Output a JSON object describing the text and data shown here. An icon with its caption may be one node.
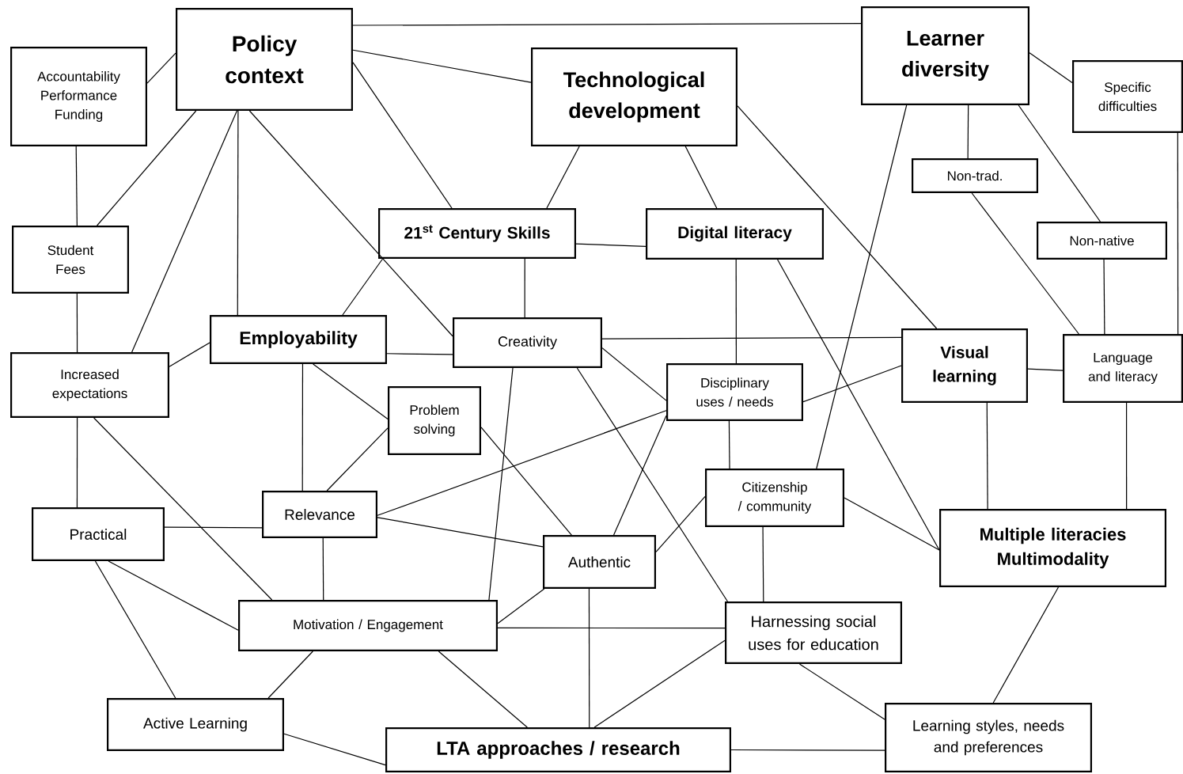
{
  "diagram": {
    "nodes": [
      {
        "text": [
          "Policy context"
        ]
      },
      {
        "text": [
          "Technological development"
        ]
      },
      {
        "text": [
          "Learner diversity"
        ]
      },
      {
        "text": [
          "Accountability Performance Funding"
        ]
      },
      {
        "text": [
          "Specific difficulties"
        ]
      },
      {
        "text": [
          "Non-trad."
        ]
      },
      {
        "text": [
          "21$^{st}$ Century Skills"
        ]
      },
      {
        "text": [
          "Digital literacy"
        ]
      },
      {
        "text": [
          "Student Fees"
        ]
      },
      {
        "text": [
          "Non-native"
        ]
      },
      {
        "text": [
          "Employability"
        ]
      },
      {
        "text": [
          "Creativity"
        ]
      },
      {
        "text": [
          "Increased expectations"
        ]
      },
      {
        "text": [
          "Visual learning"
        ]
      },
      {
        "text": [
          "Language and literacy"
        ]
      },
      {
        "text": [
          "Disciplinary uses / needs"
        ]
      },
      {
        "text": [
          "Problem solving"
        ]
      },
      {
        "text": [
          "Citizenship / community"
        ]
      },
      {
        "text": [
          "Practical"
        ]
      },
      {
        "text": [
          "Relevance"
        ]
      },
      {
        "text": [
          "Multiple literacies Multimodality"
        ]
      },
      {
        "text": [
          "Authentic"
        ]
      },
      {
        "text": [
          "Motivation / Engagement"
        ]
      },
      {
        "text": [
          "Harnessing social uses for education"
        ]
      },
      {
        "text": [
          "Active Learning"
        ]
      },
      {
        "text": [
          "LTA approaches / research"
        ]
      },
      {
        "text": [
          "Learning styles, needs and preferences"
        ]
      }
    ],
    "edges": [
      {
        "from": 0,
        "to": 2,
        "arrow": "none"
      },
      {
        "from": 0,
        "to": 3,
        "arrow": "none"
      },
      {
        "from": 0,
        "to": 1,
        "arrow": "none"
      },
      {
        "from": 0,
        "to": 6,
        "arrow": "none"
      },
      {
        "from": 0,
        "to": 8,
        "arrow": "none"
      },
      {
        "from": 0,
        "to": 12,
        "arrow": "none"
      },
      {
        "from": 0,
        "to": 10,
        "arrow": "none"
      },
      {
        "from": 0,
        "to": 11,
        "arrow": "none"
      },
      {
        "from": 3,
        "to": 8,
        "arrow": "none"
      },
      {
        "from": 8,
        "to": 12,
        "arrow": "none"
      },
      {
        "from": 1,
        "to": 6,
        "arrow": "none"
      },
      {
        "from": 1,
        "to": 7,
        "arrow": "none"
      },
      {
        "from": 1,
        "to": 13,
        "arrow": "none"
      },
      {
        "from": 2,
        "to": 4,
        "arrow": "none"
      },
      {
        "from": 2,
        "to": 5,
        "arrow": "none"
      },
      {
        "from": 2,
        "to": 9,
        "arrow": "none"
      },
      {
        "from": 2,
        "to": 17,
        "arrow": "none"
      },
      {
        "from": 4,
        "to": 14,
        "arrow": "none"
      },
      {
        "from": 5,
        "to": 14,
        "arrow": "none"
      },
      {
        "from": 9,
        "to": 14,
        "arrow": "none"
      },
      {
        "from": 6,
        "to": 7,
        "arrow": "none"
      },
      {
        "from": 6,
        "to": 10,
        "arrow": "none"
      },
      {
        "from": 6,
        "to": 11,
        "arrow": "none"
      },
      {
        "from": 7,
        "to": 15,
        "arrow": "none"
      },
      {
        "from": 7,
        "to": 20,
        "arrow": "none"
      },
      {
        "from": 10,
        "to": 12,
        "arrow": "none"
      },
      {
        "from": 10,
        "to": 11,
        "arrow": "none"
      },
      {
        "from": 10,
        "to": 16,
        "arrow": "none"
      },
      {
        "from": 10,
        "to": 19,
        "arrow": "none"
      },
      {
        "from": 11,
        "to": 13,
        "arrow": "none"
      },
      {
        "from": 11,
        "to": 15,
        "arrow": "none"
      },
      {
        "from": 11,
        "to": 22,
        "arrow": "none"
      },
      {
        "from": 11,
        "to": 23,
        "arrow": "none"
      },
      {
        "from": 12,
        "to": 18,
        "arrow": "none"
      },
      {
        "from": 12,
        "to": 22,
        "arrow": "none"
      },
      {
        "from": 13,
        "to": 14,
        "arrow": "none"
      },
      {
        "from": 13,
        "to": 15,
        "arrow": "none"
      },
      {
        "from": 13,
        "to": 20,
        "arrow": "none"
      },
      {
        "from": 14,
        "to": 20,
        "arrow": "none"
      },
      {
        "from": 15,
        "to": 17,
        "arrow": "none"
      },
      {
        "from": 15,
        "to": 19,
        "arrow": "none"
      },
      {
        "from": 15,
        "to": 21,
        "arrow": "none"
      },
      {
        "from": 16,
        "to": 19,
        "arrow": "none"
      },
      {
        "from": 16,
        "to": 21,
        "arrow": "none"
      },
      {
        "from": 17,
        "to": 21,
        "arrow": "none"
      },
      {
        "from": 17,
        "to": 20,
        "arrow": "none"
      },
      {
        "from": 17,
        "to": 23,
        "arrow": "none"
      },
      {
        "from": 18,
        "to": 19,
        "arrow": "none"
      },
      {
        "from": 18,
        "to": 22,
        "arrow": "none"
      },
      {
        "from": 18,
        "to": 24,
        "arrow": "none"
      },
      {
        "from": 19,
        "to": 21,
        "arrow": "none"
      },
      {
        "from": 19,
        "to": 22,
        "arrow": "none"
      },
      {
        "from": 21,
        "to": 22,
        "arrow": "none"
      },
      {
        "from": 21,
        "to": 25,
        "arrow": "none"
      },
      {
        "from": 22,
        "to": 23,
        "arrow": "none"
      },
      {
        "from": 22,
        "to": 24,
        "arrow": "none"
      },
      {
        "from": 22,
        "to": 25,
        "arrow": "none"
      },
      {
        "from": 23,
        "to": 25,
        "arrow": "none"
      },
      {
        "from": 23,
        "to": 26,
        "arrow": "none"
      },
      {
        "from": 20,
        "to": 26,
        "arrow": "none"
      },
      {
        "from": 24,
        "to": 25,
        "arrow": "none"
      },
      {
        "from": 25,
        "to": 26,
        "arrow": "none"
      }
    ]
  }
}
